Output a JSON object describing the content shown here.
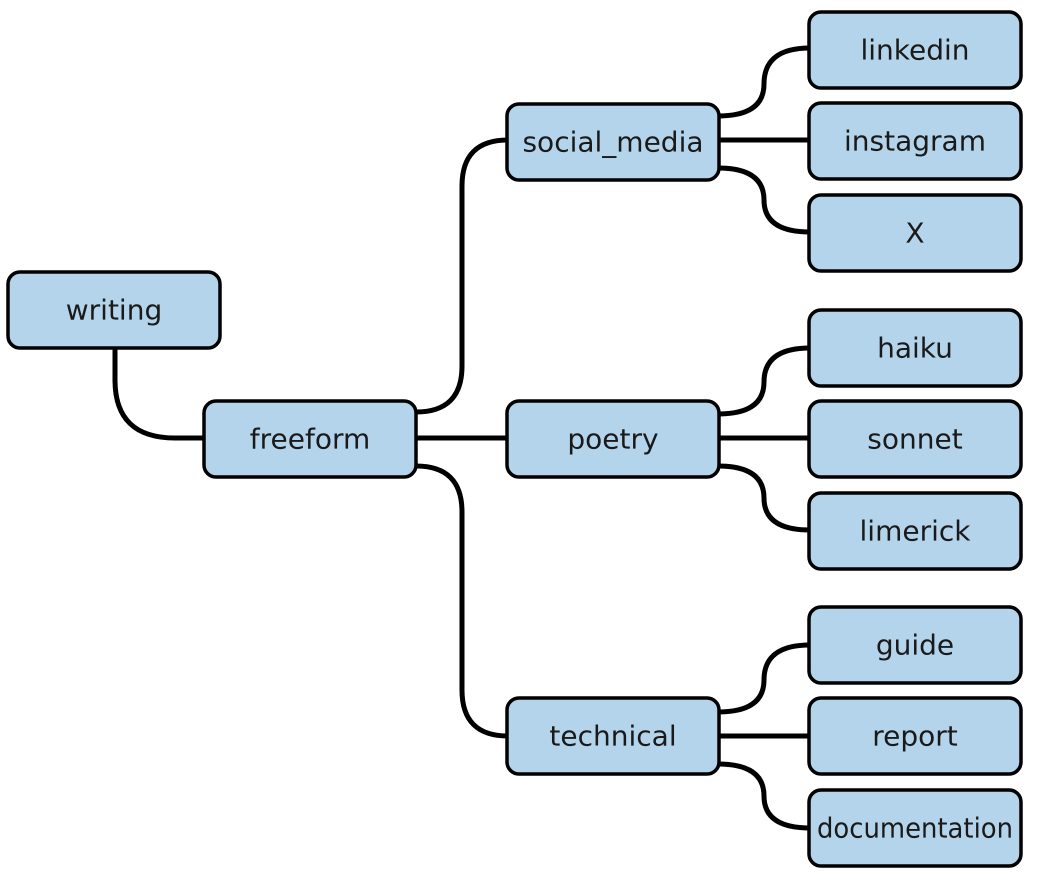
{
  "colors": {
    "node_fill": "#b3d4ea",
    "node_stroke": "#000000",
    "edge": "#000000",
    "text": "#1a1a1a"
  },
  "nodes": {
    "writing": "writing",
    "freeform": "freeform",
    "social_media": "social_media",
    "poetry": "poetry",
    "technical": "technical",
    "linkedin": "linkedin",
    "instagram": "instagram",
    "x": "X",
    "haiku": "haiku",
    "sonnet": "sonnet",
    "limerick": "limerick",
    "guide": "guide",
    "report": "report",
    "documentation": "documentation"
  },
  "edges": [
    [
      "writing",
      "freeform"
    ],
    [
      "freeform",
      "social_media"
    ],
    [
      "freeform",
      "poetry"
    ],
    [
      "freeform",
      "technical"
    ],
    [
      "social_media",
      "linkedin"
    ],
    [
      "social_media",
      "instagram"
    ],
    [
      "social_media",
      "x"
    ],
    [
      "poetry",
      "haiku"
    ],
    [
      "poetry",
      "sonnet"
    ],
    [
      "poetry",
      "limerick"
    ],
    [
      "technical",
      "guide"
    ],
    [
      "technical",
      "report"
    ],
    [
      "technical",
      "documentation"
    ]
  ]
}
